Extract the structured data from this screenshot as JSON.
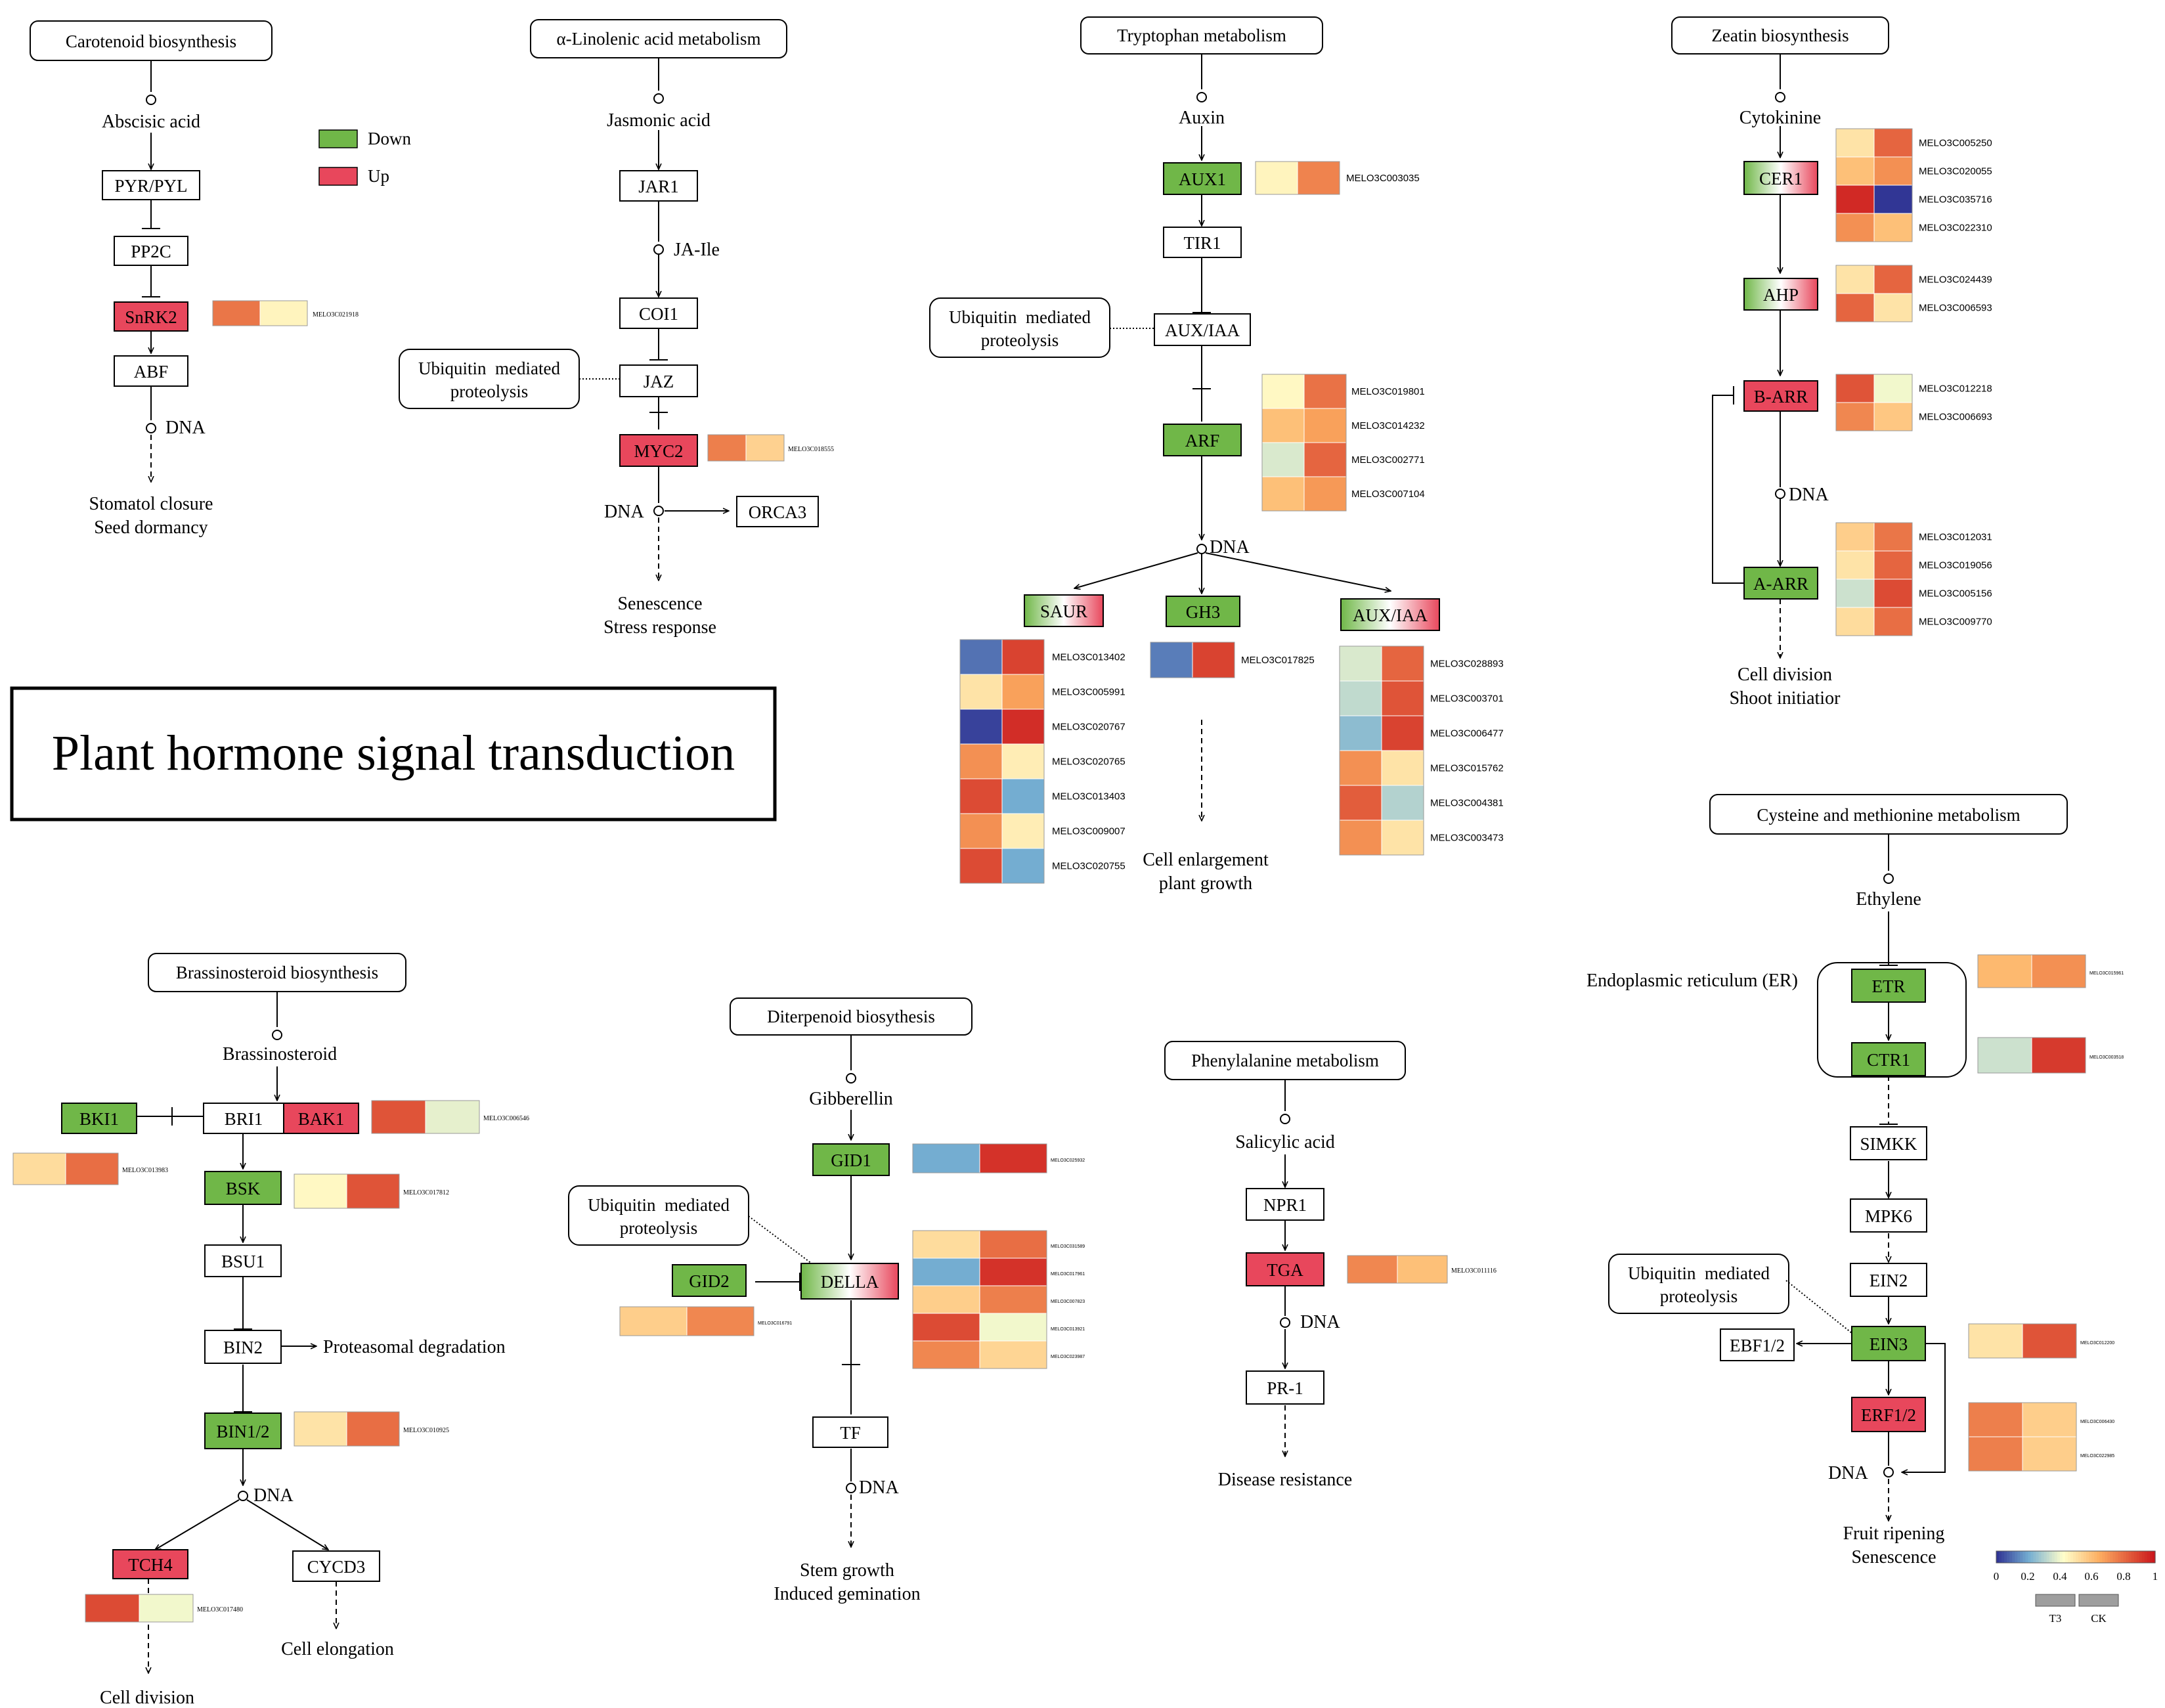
{
  "title": "Plant hormone signal transduction",
  "legend": {
    "down_label": "Down",
    "up_label": "Up",
    "down_color": "#70b748",
    "up_color": "#e8475c"
  },
  "colorbar": {
    "ticks": [
      "0",
      "0.2",
      "0.4",
      "0.6",
      "0.8",
      "1"
    ],
    "groups": [
      "T3",
      "CK"
    ]
  },
  "pathways": {
    "carotenoid": "Carotenoid biosynthesis",
    "linolenic": "α-Linolenic acid metabolism",
    "tryptophan": "Tryptophan metabolism",
    "zeatin": "Zeatin biosynthesis",
    "brassino": "Brassinosteroid biosynthesis",
    "diterpenoid": "Diterpenoid biosythesis",
    "phenylalanine": "Phenylalanine metabolism",
    "cysteine": "Cysteine and methionine metabolism"
  },
  "ubiquitin": [
    "Ubiquitin  mediated",
    "proteolysis"
  ],
  "texts": {
    "abscisic": "Abscisic acid",
    "dna": "DNA",
    "stomatal1": "Stomatol closure",
    "stomatal2": "Seed dormancy",
    "jasmonic": "Jasmonic acid",
    "jaile": "JA-Ile",
    "senescence1": "Senescence",
    "senescence2": "Stress response",
    "auxin": "Auxin",
    "cellenl1": "Cell enlargement",
    "cellenl2": "plant growth",
    "cytokinine": "Cytokinine",
    "celldiv1": "Cell division",
    "celldiv2": "Shoot initiatior",
    "brassinosteroid": "Brassinosteroid",
    "proteasomal": "Proteasomal degradation",
    "celldivision": "Cell division",
    "cellelong": "Cell elongation",
    "gibberellin": "Gibberellin",
    "stemgrowth1": "Stem growth",
    "stemgrowth2": "Induced gemination",
    "salicylic": "Salicylic acid",
    "disease": "Disease resistance",
    "ethylene": "Ethylene",
    "er": "Endoplasmic reticulum (ER)",
    "fruit1": "Fruit ripening",
    "fruit2": "Senescence"
  },
  "nodes": {
    "pyr": {
      "label": "PYR/PYL",
      "reg": "none"
    },
    "pp2c": {
      "label": "PP2C",
      "reg": "none"
    },
    "snrk2": {
      "label": "SnRK2",
      "reg": "up"
    },
    "abf": {
      "label": "ABF",
      "reg": "none"
    },
    "jar1": {
      "label": "JAR1",
      "reg": "none"
    },
    "coi1": {
      "label": "COI1",
      "reg": "none"
    },
    "jaz": {
      "label": "JAZ",
      "reg": "none"
    },
    "myc2": {
      "label": "MYC2",
      "reg": "up"
    },
    "orca3": {
      "label": "ORCA3",
      "reg": "none"
    },
    "aux1": {
      "label": "AUX1",
      "reg": "down"
    },
    "tir1": {
      "label": "TIR1",
      "reg": "none"
    },
    "auxiaa": {
      "label": "AUX/IAA",
      "reg": "none"
    },
    "arf": {
      "label": "ARF",
      "reg": "down"
    },
    "saur": {
      "label": "SAUR",
      "reg": "mixed"
    },
    "gh3": {
      "label": "GH3",
      "reg": "down"
    },
    "auxiaa2": {
      "label": "AUX/IAA",
      "reg": "mixed"
    },
    "cer1": {
      "label": "CER1",
      "reg": "mixed"
    },
    "ahp": {
      "label": "AHP",
      "reg": "mixed"
    },
    "barr": {
      "label": "B-ARR",
      "reg": "up"
    },
    "aarr": {
      "label": "A-ARR",
      "reg": "down"
    },
    "bki1": {
      "label": "BKI1",
      "reg": "down"
    },
    "bri1": {
      "label": "BRI1",
      "reg": "none"
    },
    "bak1": {
      "label": "BAK1",
      "reg": "up"
    },
    "bsk": {
      "label": "BSK",
      "reg": "down"
    },
    "bsu1": {
      "label": "BSU1",
      "reg": "none"
    },
    "bin2": {
      "label": "BIN2",
      "reg": "none"
    },
    "bin12": {
      "label": "BIN1/2",
      "reg": "down"
    },
    "tch4": {
      "label": "TCH4",
      "reg": "up"
    },
    "cycd3": {
      "label": "CYCD3",
      "reg": "none"
    },
    "gid1": {
      "label": "GID1",
      "reg": "down"
    },
    "gid2": {
      "label": "GID2",
      "reg": "down"
    },
    "della": {
      "label": "DELLA",
      "reg": "mixed"
    },
    "tf": {
      "label": "TF",
      "reg": "none"
    },
    "npr1": {
      "label": "NPR1",
      "reg": "none"
    },
    "tga": {
      "label": "TGA",
      "reg": "up"
    },
    "pr1": {
      "label": "PR-1",
      "reg": "none"
    },
    "etr": {
      "label": "ETR",
      "reg": "down"
    },
    "ctr1": {
      "label": "CTR1",
      "reg": "down"
    },
    "simkk": {
      "label": "SIMKK",
      "reg": "none"
    },
    "mpk6": {
      "label": "MPK6",
      "reg": "none"
    },
    "ein2": {
      "label": "EIN2",
      "reg": "none"
    },
    "ein3": {
      "label": "EIN3",
      "reg": "down"
    },
    "ebf12": {
      "label": "EBF1/2",
      "reg": "none"
    },
    "erf12": {
      "label": "ERF1/2",
      "reg": "up"
    }
  },
  "heatmaps": {
    "snrk2": {
      "rows": [
        {
          "gene": "MELO3C021918",
          "values": [
            0.78,
            0.45
          ]
        }
      ]
    },
    "myc2": {
      "rows": [
        {
          "gene": "MELO3C018555",
          "values": [
            0.76,
            0.55
          ]
        }
      ]
    },
    "aux1": {
      "rows": [
        {
          "gene": "MELO3C003035",
          "values": [
            0.45,
            0.75
          ]
        }
      ]
    },
    "arf": {
      "rows": [
        {
          "gene": "MELO3C019801",
          "values": [
            0.44,
            0.79
          ]
        },
        {
          "gene": "MELO3C014232",
          "values": [
            0.6,
            0.68
          ]
        },
        {
          "gene": "MELO3C002771",
          "values": [
            0.36,
            0.82
          ]
        },
        {
          "gene": "MELO3C007104",
          "values": [
            0.6,
            0.7
          ]
        }
      ]
    },
    "saur": {
      "rows": [
        {
          "gene": "MELO3C013402",
          "values": [
            0.1,
            0.9
          ]
        },
        {
          "gene": "MELO3C005991",
          "values": [
            0.5,
            0.68
          ]
        },
        {
          "gene": "MELO3C020767",
          "values": [
            0.02,
            0.95
          ]
        },
        {
          "gene": "MELO3C020765",
          "values": [
            0.72,
            0.47
          ]
        },
        {
          "gene": "MELO3C013403",
          "values": [
            0.88,
            0.2
          ]
        },
        {
          "gene": "MELO3C009007",
          "values": [
            0.72,
            0.47
          ]
        },
        {
          "gene": "MELO3C020755",
          "values": [
            0.88,
            0.2
          ]
        }
      ]
    },
    "gh3": {
      "rows": [
        {
          "gene": "MELO3C017825",
          "values": [
            0.12,
            0.9
          ]
        }
      ]
    },
    "auxiaa2": {
      "rows": [
        {
          "gene": "MELO3C028893",
          "values": [
            0.36,
            0.82
          ]
        },
        {
          "gene": "MELO3C003701",
          "values": [
            0.32,
            0.86
          ]
        },
        {
          "gene": "MELO3C006477",
          "values": [
            0.24,
            0.9
          ]
        },
        {
          "gene": "MELO3C015762",
          "values": [
            0.72,
            0.5
          ]
        },
        {
          "gene": "MELO3C004381",
          "values": [
            0.84,
            0.3
          ]
        },
        {
          "gene": "MELO3C003473",
          "values": [
            0.72,
            0.5
          ]
        }
      ]
    },
    "cer1": {
      "rows": [
        {
          "gene": "MELO3C005250",
          "values": [
            0.5,
            0.82
          ]
        },
        {
          "gene": "MELO3C020055",
          "values": [
            0.6,
            0.72
          ]
        },
        {
          "gene": "MELO3C035716",
          "values": [
            0.96,
            0.0
          ]
        },
        {
          "gene": "MELO3C022310",
          "values": [
            0.72,
            0.6
          ]
        }
      ]
    },
    "ahp": {
      "rows": [
        {
          "gene": "MELO3C024439",
          "values": [
            0.5,
            0.82
          ]
        },
        {
          "gene": "MELO3C006593",
          "values": [
            0.82,
            0.5
          ]
        }
      ]
    },
    "barr": {
      "rows": [
        {
          "gene": "MELO3C012218",
          "values": [
            0.86,
            0.4
          ]
        },
        {
          "gene": "MELO3C006693",
          "values": [
            0.74,
            0.58
          ]
        }
      ]
    },
    "aarr": {
      "rows": [
        {
          "gene": "MELO3C012031",
          "values": [
            0.56,
            0.78
          ]
        },
        {
          "gene": "MELO3C019056",
          "values": [
            0.5,
            0.82
          ]
        },
        {
          "gene": "MELO3C005156",
          "values": [
            0.34,
            0.88
          ]
        },
        {
          "gene": "MELO3C009770",
          "values": [
            0.52,
            0.8
          ]
        }
      ]
    },
    "bak1": {
      "rows": [
        {
          "gene": "MELO3C006546",
          "values": [
            0.86,
            0.38
          ]
        }
      ]
    },
    "bsk_left": {
      "rows": [
        {
          "gene": "MELO3C013983",
          "values": [
            0.52,
            0.8
          ]
        }
      ]
    },
    "bsk": {
      "rows": [
        {
          "gene": "MELO3C017812",
          "values": [
            0.44,
            0.86
          ]
        }
      ]
    },
    "bin12": {
      "rows": [
        {
          "gene": "MELO3C010925",
          "values": [
            0.5,
            0.8
          ]
        }
      ]
    },
    "tch4": {
      "rows": [
        {
          "gene": "MELO3C017480",
          "values": [
            0.88,
            0.4
          ]
        }
      ]
    },
    "gid1": {
      "rows": [
        {
          "gene": "MELO3C025932",
          "values": [
            0.2,
            0.94
          ]
        }
      ]
    },
    "della": {
      "rows": [
        {
          "gene": "MELO3C031589",
          "values": [
            0.52,
            0.8
          ]
        },
        {
          "gene": "MELO3C017961",
          "values": [
            0.2,
            0.94
          ]
        },
        {
          "gene": "MELO3C007823",
          "values": [
            0.56,
            0.76
          ]
        },
        {
          "gene": "MELO3C013921",
          "values": [
            0.88,
            0.4
          ]
        },
        {
          "gene": "MELO3C023987",
          "values": [
            0.74,
            0.54
          ]
        }
      ]
    },
    "gid2": {
      "rows": [
        {
          "gene": "MELO3C016791",
          "values": [
            0.56,
            0.74
          ]
        }
      ]
    },
    "tga": {
      "rows": [
        {
          "gene": "MELO3C011116",
          "values": [
            0.74,
            0.6
          ]
        }
      ]
    },
    "etr": {
      "rows": [
        {
          "gene": "MELO3C015961",
          "values": [
            0.62,
            0.72
          ]
        }
      ]
    },
    "ctr1": {
      "rows": [
        {
          "gene": "MELO3C003518",
          "values": [
            0.34,
            0.92
          ]
        }
      ]
    },
    "ein3": {
      "rows": [
        {
          "gene": "MELO3C012200",
          "values": [
            0.5,
            0.86
          ]
        }
      ]
    },
    "erf12": {
      "rows": [
        {
          "gene": "MELO3C006430",
          "values": [
            0.76,
            0.56
          ]
        },
        {
          "gene": "MELO3C022985",
          "values": [
            0.76,
            0.56
          ]
        }
      ]
    }
  }
}
